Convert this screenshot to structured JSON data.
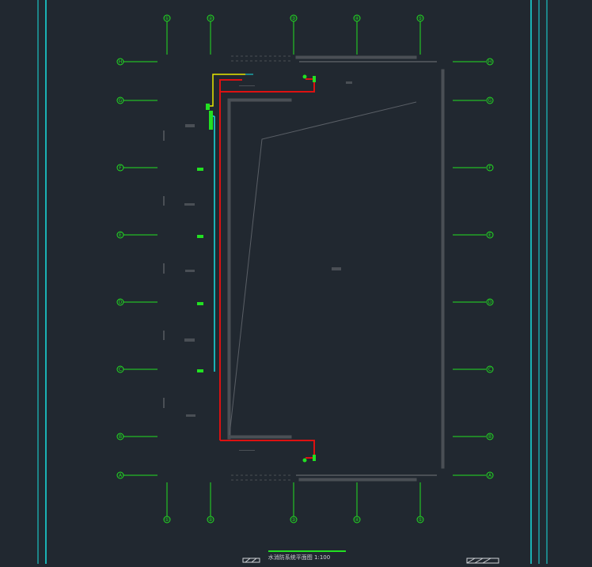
{
  "drawing": {
    "colors": {
      "background": "#212830",
      "frame": "#19e0e0",
      "grid": "#22e022",
      "pipe_main": "#dd1111",
      "pipe_branch": "#e8e800",
      "pipe_cyan": "#19e0e0",
      "wall": "#4a4f55",
      "wall_light": "#5a5f66",
      "text_dim": "#5a5f66",
      "title_text": "#cfd2d6"
    },
    "top_axis_labels": [
      "①",
      "②",
      "③",
      "④",
      "⑤"
    ],
    "bottom_axis_labels": [
      "①",
      "②",
      "③",
      "④",
      "⑤"
    ],
    "left_axis_labels": [
      "H",
      "G",
      "F",
      "E",
      "D",
      "C",
      "B",
      "A"
    ],
    "right_axis_labels": [
      "H",
      "G",
      "F",
      "E",
      "D",
      "C",
      "B",
      "A"
    ],
    "title_block": {
      "caption": "水消防系统平面图  1:100"
    }
  }
}
